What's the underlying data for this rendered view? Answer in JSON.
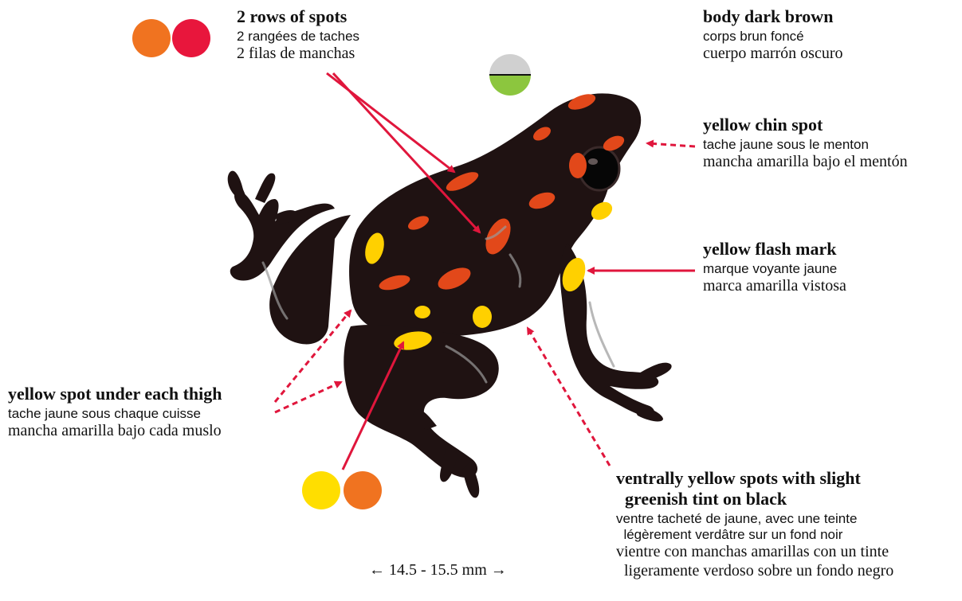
{
  "labels": {
    "rows_of_spots": {
      "en": "2 rows of spots",
      "fr": "2 rangées de taches",
      "es": "2 filas de manchas"
    },
    "body_color": {
      "en": "body dark brown",
      "fr": "corps brun foncé",
      "es": "cuerpo marrón oscuro"
    },
    "chin_spot": {
      "en": "yellow chin spot",
      "fr": "tache jaune sous le menton",
      "es": "mancha amarilla bajo el mentón"
    },
    "flash_mark": {
      "en": "yellow flash mark",
      "fr": "marque voyante jaune",
      "es": "marca amarilla vistosa"
    },
    "thigh_spot": {
      "en": "yellow spot under each thigh",
      "fr": "tache jaune sous chaque cuisse",
      "es": "mancha amarilla bajo cada muslo"
    },
    "ventral": {
      "en": "ventrally yellow spots with slight\n  greenish tint on black",
      "fr": "ventre tacheté de jaune, avec une teinte\n  légèrement verdâtre sur un fond noir",
      "es": "vientre con manchas amarillas con un tinte\n  ligeramente verdoso sobre un fondo negro"
    }
  },
  "size": "← 14.5 - 15.5 mm →",
  "colors": {
    "spot_orange": "#f07320",
    "spot_red": "#e8163c",
    "spot_yellow": "#ffde00",
    "belly_grey": "#d0d0d0",
    "belly_green": "#8cc63e",
    "frog_body": "#1f1212",
    "arrow": "#e0163c"
  }
}
